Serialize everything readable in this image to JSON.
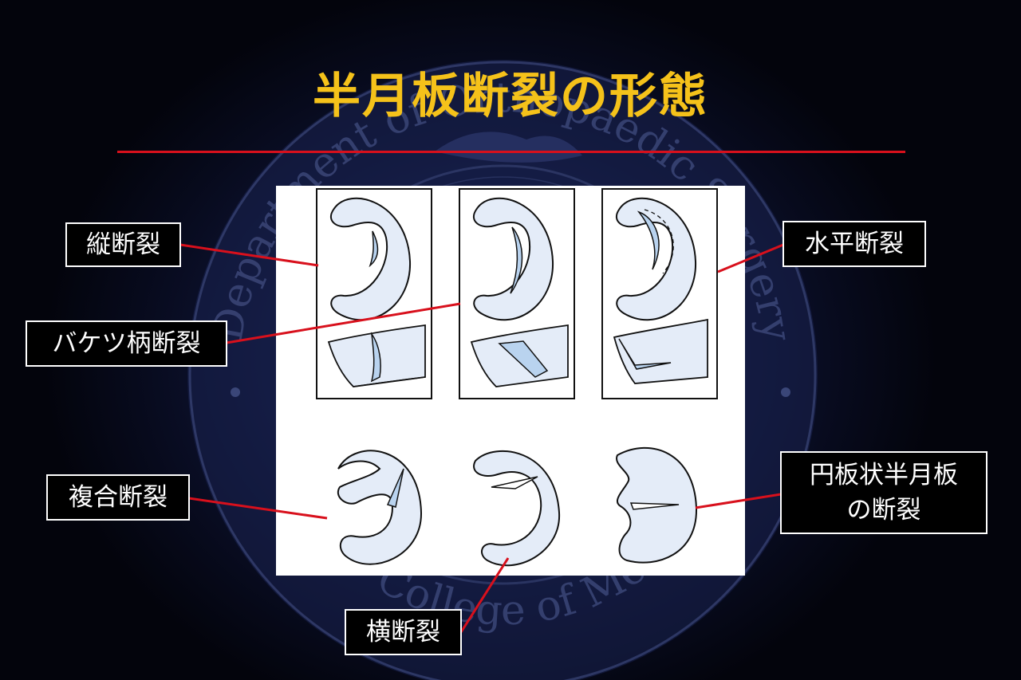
{
  "slide": {
    "title": "半月板断裂の形態",
    "accent_colors": {
      "title": "#f5c21a",
      "rule": "#d8101c",
      "meniscus_fill": "#e4ecf8",
      "tear_fill": "#b9d3ef"
    }
  },
  "watermark": {
    "top_text": "Department of Orthopaedic Surgery",
    "bottom_text": "Hyogo College of Medicine"
  },
  "labels": {
    "longitudinal": "縦断裂",
    "bucket_handle": "バケツ柄断裂",
    "horizontal": "水平断裂",
    "complex": "複合断裂",
    "discoid_line1": "円板状半月板",
    "discoid_line2": "の断裂",
    "transverse": "横断裂"
  }
}
